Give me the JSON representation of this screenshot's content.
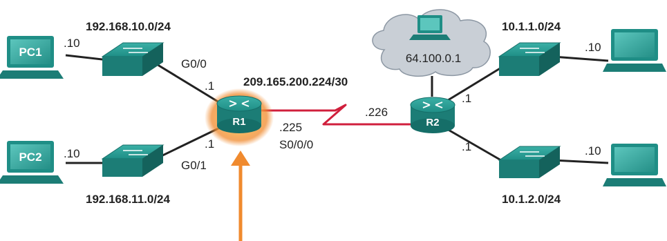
{
  "networks": {
    "lan1": "192.168.10.0/24",
    "lan2": "192.168.11.0/24",
    "wan": "209.165.200.224/30",
    "r2_lan1": "10.1.1.0/24",
    "r2_lan2": "10.1.2.0/24"
  },
  "devices": {
    "pc1": "PC1",
    "pc2": "PC2",
    "r1": "R1",
    "r2": "R2"
  },
  "cloud": {
    "address": "64.100.0.1"
  },
  "interfaces": {
    "r1_g00": "G0/0",
    "r1_g01": "G0/1",
    "r1_s000": "S0/0/0"
  },
  "hosts": {
    "pc1": ".10",
    "pc2": ".10",
    "r1_g00": ".1",
    "r1_g01": ".1",
    "r1_s000": ".225",
    "r2_s0": ".226",
    "r2_lan1": ".1",
    "r2_lan2": ".1",
    "lan1_pc": ".10",
    "lan2_pc": ".10"
  },
  "colors": {
    "device_teal": "#1f8e86",
    "serial_link": "#d01f3c",
    "highlight": "#f08a2e",
    "cloud": "#c9cfd6"
  }
}
